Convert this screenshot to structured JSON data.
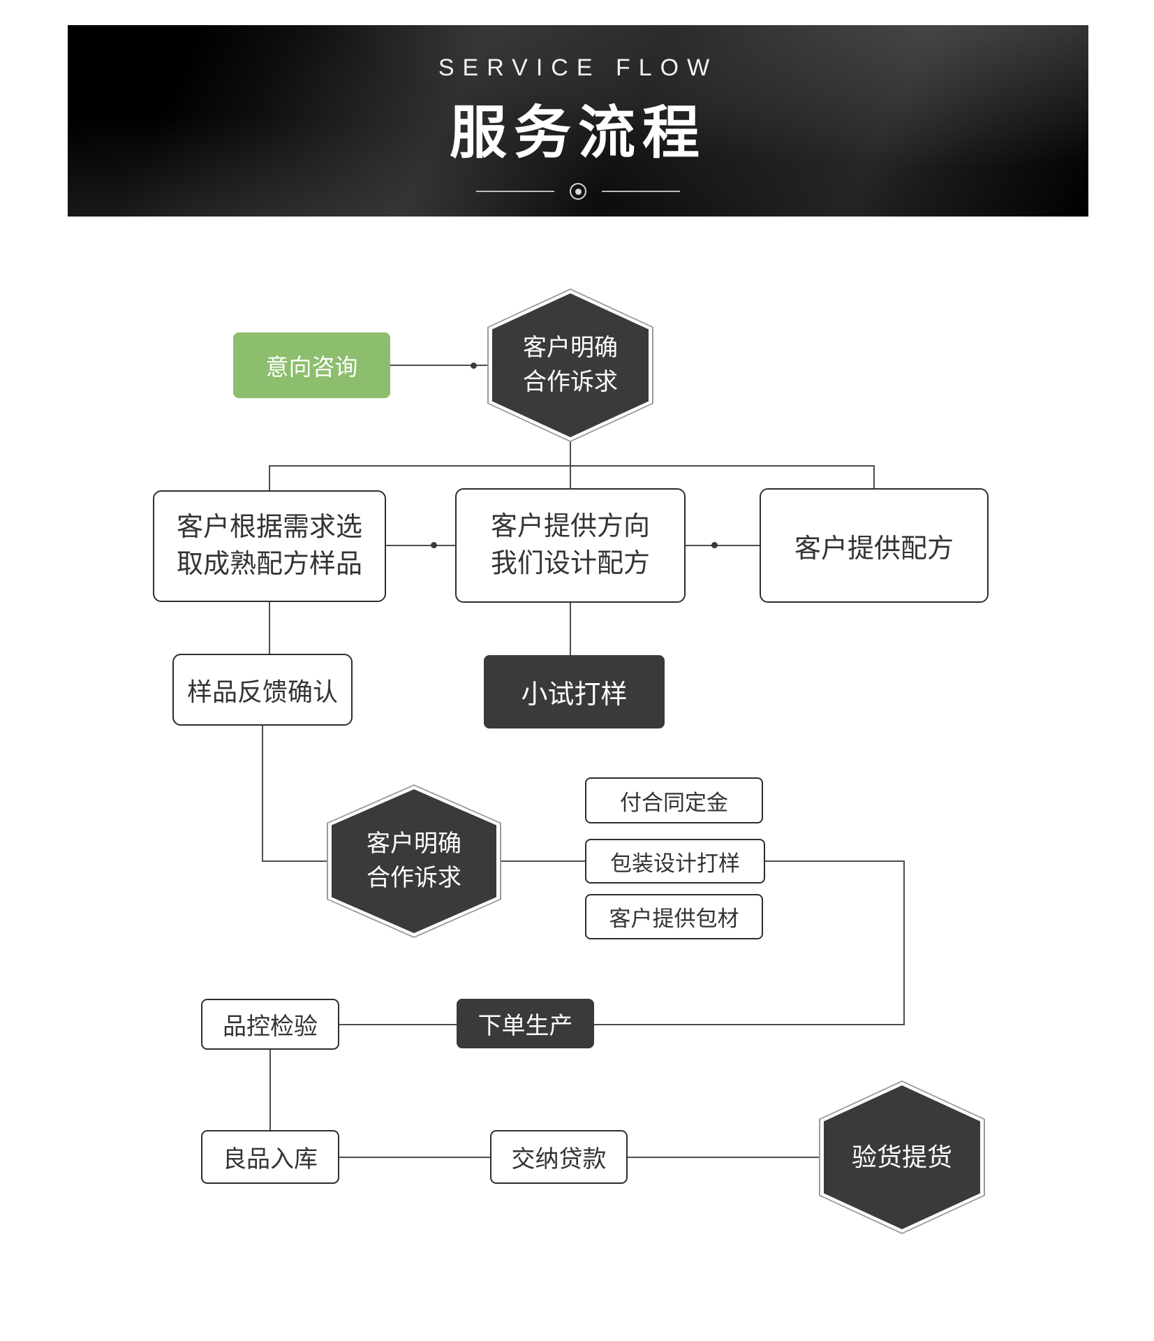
{
  "header": {
    "subtitle": "SERVICE FLOW",
    "title": "服务流程"
  },
  "flow": {
    "intent": {
      "label": "意向咨询"
    },
    "hex_confirm_top": {
      "line1": "客户明确",
      "line2": "合作诉求"
    },
    "box_sample": {
      "line1": "客户根据需求选",
      "line2": "取成熟配方样品"
    },
    "box_design": {
      "line1": "客户提供方向",
      "line2": "我们设计配方"
    },
    "box_formula": {
      "label": "客户提供配方"
    },
    "box_feedback": {
      "label": "样品反馈确认"
    },
    "box_trial": {
      "label": "小试打样"
    },
    "hex_confirm_mid": {
      "line1": "客户明确",
      "line2": "合作诉求"
    },
    "box_deposit": {
      "label": "付合同定金"
    },
    "box_package_design": {
      "label": "包装设计打样"
    },
    "box_package_supply": {
      "label": "客户提供包材"
    },
    "box_qc": {
      "label": "品控检验"
    },
    "box_order": {
      "label": "下单生产"
    },
    "box_storage": {
      "label": "良品入库"
    },
    "box_payment": {
      "label": "交纳贷款"
    },
    "hex_pickup": {
      "label": "验货提货"
    }
  },
  "colors": {
    "accent_green": "#8cbe6d",
    "node_dark": "#3a3a3a",
    "line": "#4d4d4d",
    "banner_bg": "#0a0a0a"
  }
}
